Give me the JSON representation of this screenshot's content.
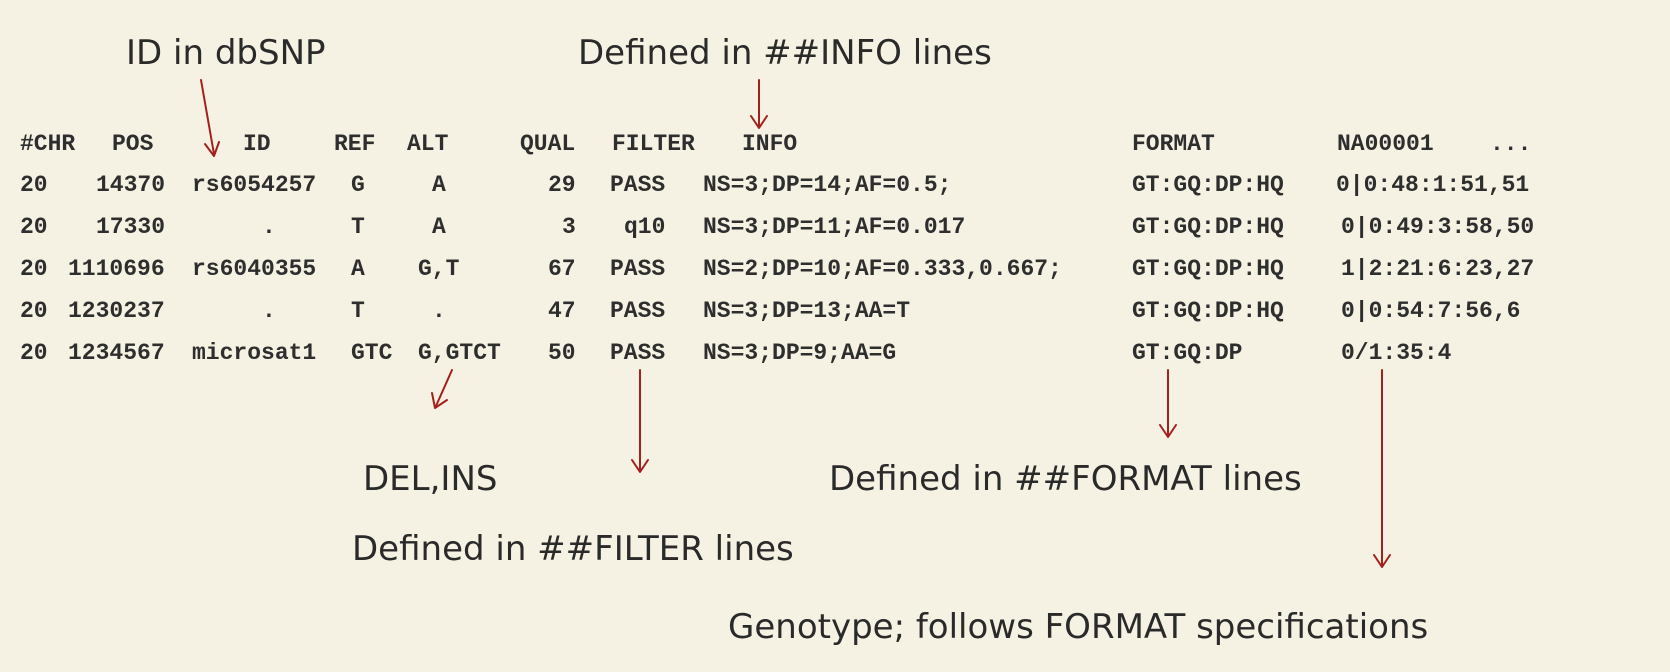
{
  "annotations": {
    "id_in_dbsnp": "ID in dbSNP",
    "info_lines": "Defined in ##INFO lines",
    "del_ins": "DEL,INS",
    "filter_lines": "Defined in ##FILTER lines",
    "format_lines": "Defined in ##FORMAT lines",
    "genotype": "Genotype; follows FORMAT specifications"
  },
  "vcf": {
    "header": [
      "#CHR",
      "POS",
      "ID",
      "REF",
      "ALT",
      "QUAL",
      "FILTER",
      "INFO",
      "FORMAT",
      "NA00001",
      "..."
    ],
    "rows": [
      [
        "20",
        "14370",
        "rs6054257",
        "G",
        "A",
        "29",
        "PASS",
        "NS=3;DP=14;AF=0.5;",
        "GT:GQ:DP:HQ",
        "0|0:48:1:51,51"
      ],
      [
        "20",
        "17330",
        ".",
        "T",
        "A",
        "3",
        "q10",
        "NS=3;DP=11;AF=0.017",
        "GT:GQ:DP:HQ",
        "0|0:49:3:58,50"
      ],
      [
        "20",
        "1110696",
        "rs6040355",
        "A",
        "G,T",
        "67",
        "PASS",
        "NS=2;DP=10;AF=0.333,0.667;",
        "GT:GQ:DP:HQ",
        "1|2:21:6:23,27"
      ],
      [
        "20",
        "1230237",
        ".",
        "T",
        ".",
        "47",
        "PASS",
        "NS=3;DP=13;AA=T",
        "GT:GQ:DP:HQ",
        "0|0:54:7:56,6"
      ],
      [
        "20",
        "1234567",
        "microsat1",
        "GTC",
        "G,GTCT",
        "50",
        "PASS",
        "NS=3;DP=9;AA=G",
        "GT:GQ:DP",
        "0/1:35:4"
      ]
    ]
  },
  "colors": {
    "background": "#f6f2e3",
    "text": "#2a2a2a",
    "arrow": "#a3201d"
  }
}
